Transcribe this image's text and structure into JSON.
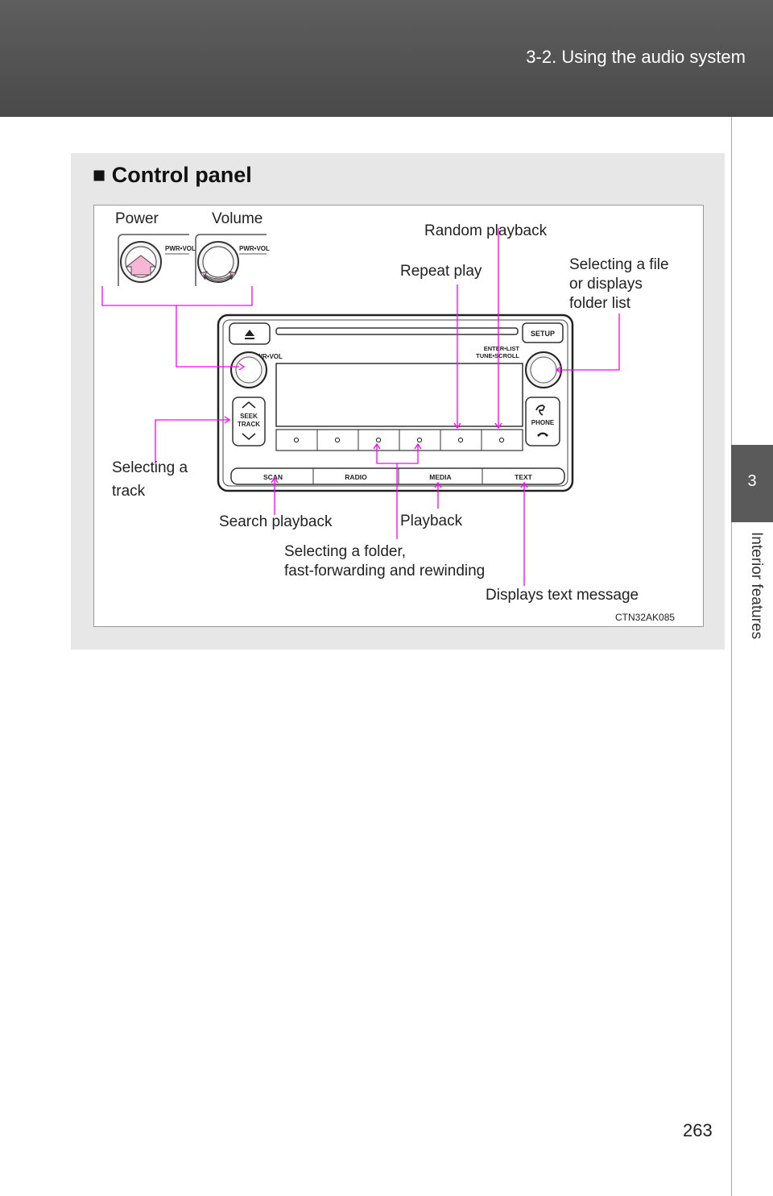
{
  "header": {
    "title": "3-2. Using the audio system"
  },
  "side_tab": {
    "number": "3",
    "label": "Interior features"
  },
  "section": {
    "title": "■ Control panel"
  },
  "figure": {
    "labels": {
      "power": "Power",
      "volume": "Volume",
      "random_playback": "Random playback",
      "repeat_play": "Repeat play",
      "selecting_file_1": "Selecting a file",
      "selecting_file_2": "or displays",
      "selecting_file_3": "folder list",
      "selecting_track_1": "Selecting a",
      "selecting_track_2": "track",
      "search_playback": "Search playback",
      "playback": "Playback",
      "selecting_folder_1": "Selecting a folder,",
      "selecting_folder_2": "fast-forwarding and rewinding",
      "displays_text": "Displays text message"
    },
    "device": {
      "knob_label": "PWR•VOL",
      "setup": "SETUP",
      "enter_list": "ENTER•LIST",
      "tune_scroll": "TUNE•SCROLL",
      "seek": "SEEK",
      "track": "TRACK",
      "phone": "PHONE",
      "buttons": [
        "SCAN",
        "RADIO",
        "MEDIA",
        "TEXT"
      ]
    },
    "code": "CTN32AK085",
    "accent_color": "#ff00ff"
  },
  "page_number": "263"
}
